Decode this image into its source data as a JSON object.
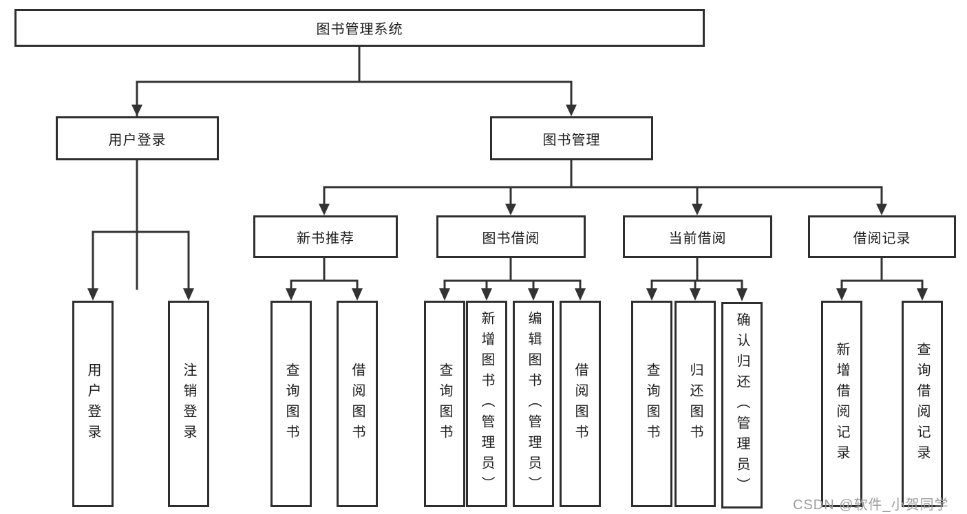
{
  "colors": {
    "line": "#333333",
    "box_border": "#2e2e2e",
    "text": "#1c1c1c",
    "watermark": "#9d9d9d",
    "background": "#ffffff"
  },
  "watermark": "CSDN @软件_小贺同学",
  "tree": {
    "root": "图书管理系统",
    "branches": [
      {
        "label": "用户登录",
        "children": [
          "用户登录",
          "注销登录"
        ]
      },
      {
        "label": "图书管理",
        "groups": [
          {
            "label": "新书推荐",
            "children": [
              "查询图书",
              "借阅图书"
            ]
          },
          {
            "label": "图书借阅",
            "children": [
              "查询图书",
              "新增图书（管理员）",
              "编辑图书（管理员）",
              "借阅图书"
            ]
          },
          {
            "label": "当前借阅",
            "children": [
              "查询图书",
              "归还图书",
              "确认归还（管理员）"
            ]
          },
          {
            "label": "借阅记录",
            "children": [
              "新增借阅记录",
              "查询借阅记录"
            ]
          }
        ]
      }
    ]
  }
}
